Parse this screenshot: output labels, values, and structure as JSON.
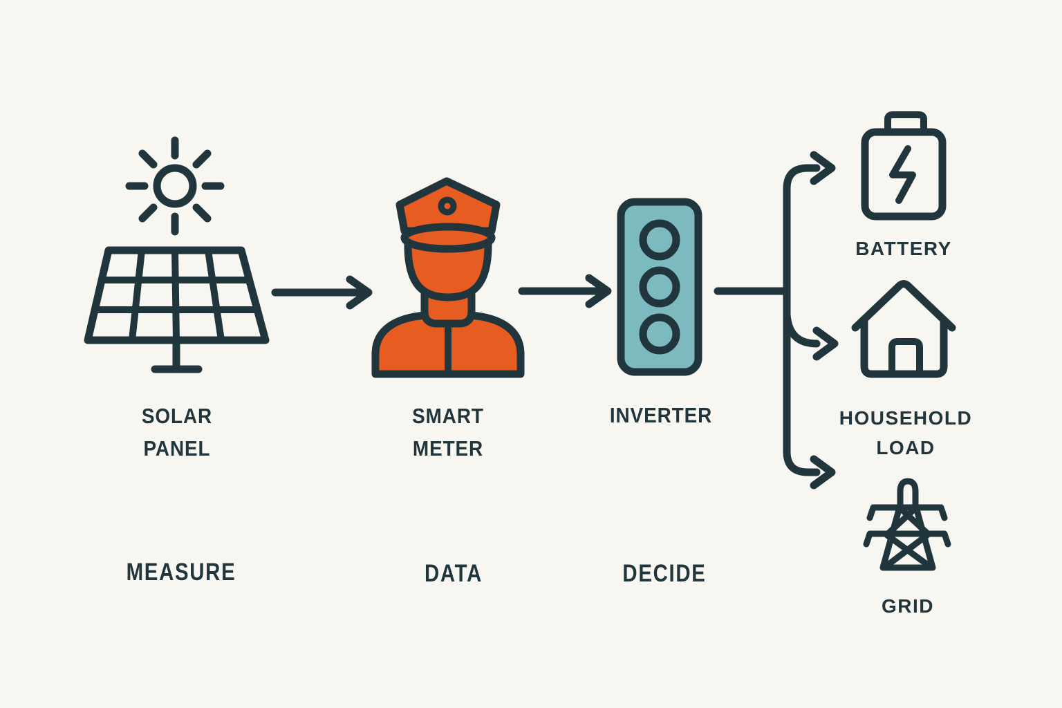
{
  "colors": {
    "background": "#F8F6F0",
    "ink": "#21363C",
    "accent_orange": "#E65C21",
    "accent_teal": "#7CBAC0"
  },
  "diagram": {
    "stages": [
      {
        "label": "SOLAR PANEL",
        "stage": "MEASURE",
        "icon": "sun-and-solar-panel-icon"
      },
      {
        "label": "SMART METER",
        "stage": "DATA",
        "icon": "meter-reader-person-icon"
      },
      {
        "label": "INVERTER",
        "stage": "DECIDE",
        "icon": "inverter-indicator-icon"
      }
    ],
    "outputs": [
      {
        "label": "BATTERY",
        "icon": "battery-icon"
      },
      {
        "label": "HOUSEHOLD LOAD",
        "icon": "house-icon"
      },
      {
        "label": "GRID",
        "icon": "transmission-tower-icon"
      }
    ]
  }
}
